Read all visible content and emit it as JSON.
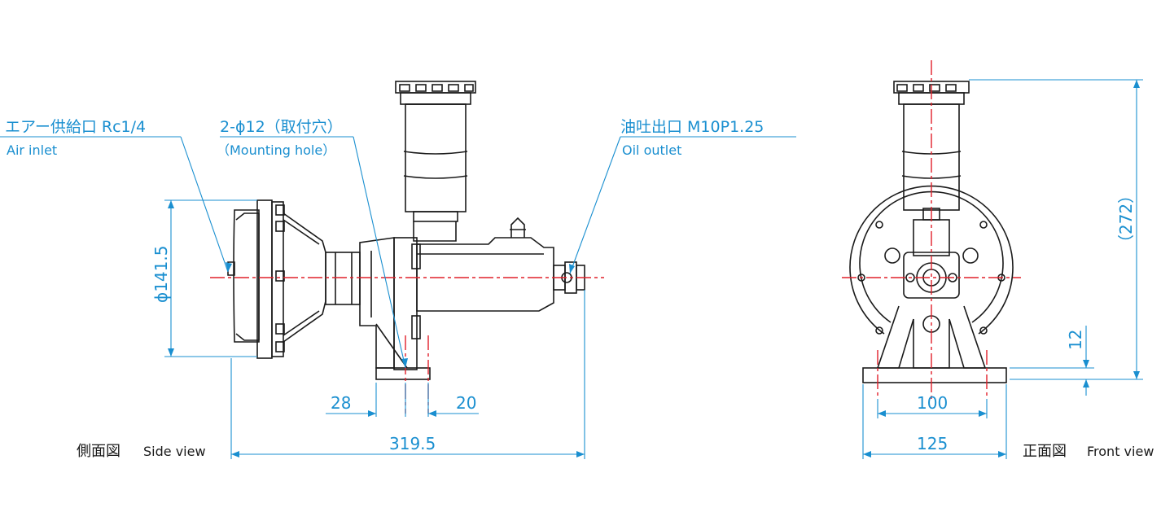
{
  "callouts": {
    "air_inlet_jp": "エアー供給口 Rc1/4",
    "air_inlet_en": "Air inlet",
    "mount_hole_jp": "2-ϕ12（取付穴）",
    "mount_hole_en": "（Mounting hole）",
    "oil_outlet_jp": "油吐出口 M10P1.25",
    "oil_outlet_en": "Oil outlet"
  },
  "side_view": {
    "label_jp": "側面図",
    "label_en": "Side view",
    "dims": {
      "diameter": "ϕ141.5",
      "left_offset": "28",
      "right_offset": "20",
      "overall_length": "319.5"
    }
  },
  "front_view": {
    "label_jp": "正面図",
    "label_en": "Front view",
    "dims": {
      "height": "（272）",
      "base_thickness": "12",
      "hole_pitch": "100",
      "base_width": "125"
    }
  },
  "colors": {
    "drawing": "#1a1a1a",
    "dimension": "#1a8fd0",
    "centerline": "#e0202a"
  }
}
